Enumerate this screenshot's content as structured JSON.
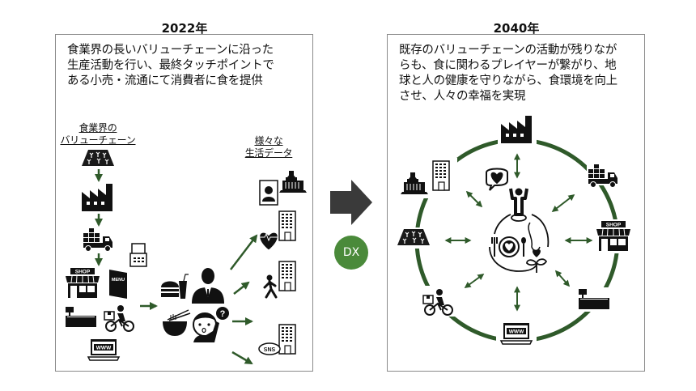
{
  "left_panel": {
    "year": "2022年",
    "description": "食業界の長いバリューチェーンに沿った\n生産活動を行い、最終タッチポイントで\nある小売・流通にて消費者に食を提供",
    "value_chain_label": "食業界の\nバリューチェーン",
    "life_data_label": "様々な\n生活データ",
    "chain_steps": [
      "farm-icon",
      "factory-icon",
      "truck-icon",
      "shop-icon"
    ],
    "channels": [
      "receipt-icon",
      "menu-icon",
      "checkout-counter-icon",
      "delivery-bike-icon",
      "laptop-www-icon"
    ],
    "consumers": [
      "burger-drink-icon",
      "ramen-icon",
      "businessman-icon",
      "confused-person-icon"
    ],
    "data_sources": [
      "id-document-government-icon",
      "heart-hospital-icon",
      "walking-person-building-icon",
      "sns-building-icon"
    ]
  },
  "transition": {
    "dx_label": "DX"
  },
  "right_panel": {
    "year": "2040年",
    "description": "既存のバリューチェーンの活動が残りなが\nらも、食に関わるプレイヤーが繋がり、地\n球と人の健康を守りながら、食環境を向上\nさせ、人々の幸福を実現",
    "center": "person-earth-plate-sprout-icon",
    "ring_nodes": [
      "factory-icon",
      "truck-icon",
      "shop-icon",
      "checkout-counter-icon",
      "laptop-www-icon",
      "delivery-bike-icon",
      "farm-icon",
      "government-building-icon"
    ]
  },
  "colors": {
    "accent_green": "#2f5a2a",
    "dx_green": "#4a8a3a",
    "arrow_gray": "#3a3a3a",
    "border": "#8a8a8a"
  },
  "text": {
    "shop": "SHOP",
    "menu": "MENU",
    "www": "WWW",
    "sns": "SNS",
    "question": "?"
  }
}
